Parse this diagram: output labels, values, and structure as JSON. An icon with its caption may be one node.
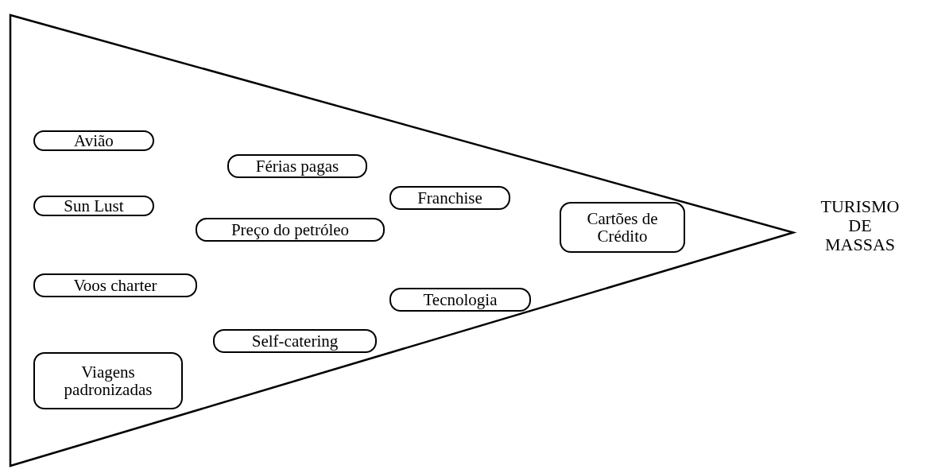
{
  "diagram": {
    "nodes": [
      {
        "text": [],
        "shape": "triangle"
      },
      {
        "text": [
          "Avião"
        ],
        "in": 0
      },
      {
        "text": [
          "Férias pagas"
        ],
        "in": 0
      },
      {
        "text": [
          "Franchise"
        ],
        "in": 0
      },
      {
        "text": [
          "Sun Lust"
        ],
        "in": 0
      },
      {
        "text": [
          "Cartões de Crédito"
        ],
        "in": 0
      },
      {
        "text": [
          "Preço do petróleo"
        ],
        "in": 0
      },
      {
        "text": [
          "Voos charter"
        ],
        "in": 0
      },
      {
        "text": [
          "Tecnologia"
        ],
        "in": 0
      },
      {
        "text": [
          "Self-catering"
        ],
        "in": 0
      },
      {
        "text": [
          "Viagens padronizadas"
        ],
        "in": 0
      }
    ],
    "labels": [
      "TURISMO DE MASSAS"
    ]
  }
}
